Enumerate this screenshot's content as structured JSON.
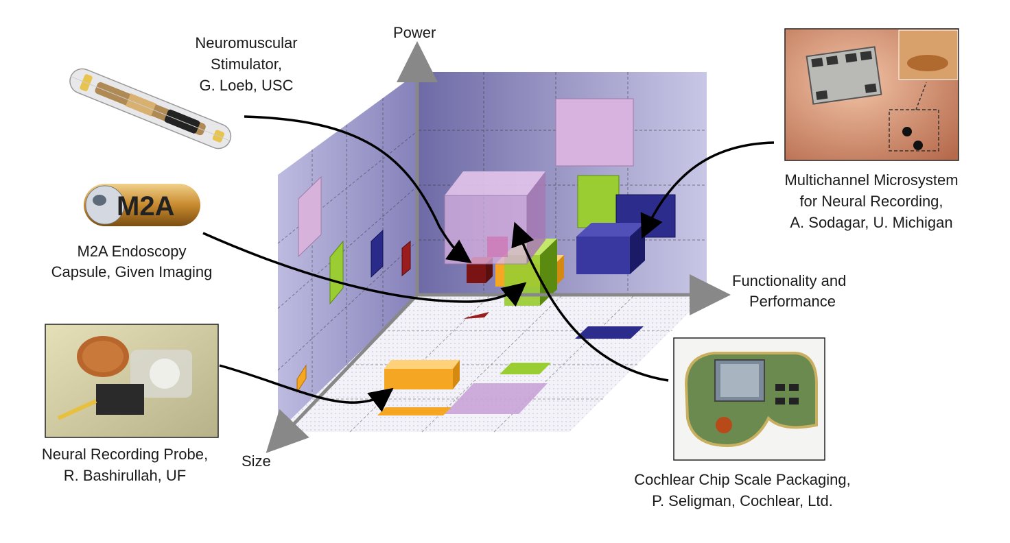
{
  "axes": {
    "power": "Power",
    "size": "Size",
    "functionality": [
      "Functionality and",
      "Performance"
    ]
  },
  "devices": {
    "neuromuscular": [
      "Neuromuscular",
      "Stimulator,",
      "G. Loeb, USC"
    ],
    "m2a": [
      "M2A Endoscopy",
      "Capsule, Given Imaging"
    ],
    "neural_probe": [
      "Neural Recording Probe,",
      "R. Bashirullah, UF"
    ],
    "multichannel": [
      "Multichannel Microsystem",
      "for Neural Recording,",
      "A. Sodagar, U. Michigan"
    ],
    "cochlear": [
      "Cochlear Chip Scale Packaging,",
      "P. Seligman, Cochlear, Ltd."
    ]
  },
  "capsule_logo": "M2A",
  "colors": {
    "back_wall": "#8a86b8",
    "side_wall": "#a9a6d3",
    "floor": "#f1f0f8",
    "pink": "#c9a3d6",
    "green": "#9acd32",
    "navy": "#2c2c8c",
    "orange": "#f5a623",
    "darkred": "#8b1a1a",
    "arrow": "#000000",
    "axis": "#888888"
  }
}
